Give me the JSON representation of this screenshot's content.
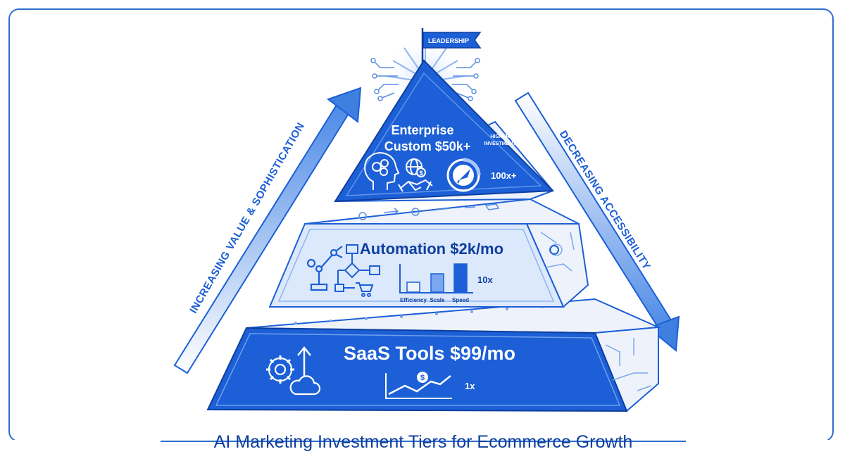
{
  "diagram": {
    "title": "AI Marketing Investment Tiers for Ecommerce Growth",
    "flag_label": "LEADERSHIP",
    "left_arrow_label": "INCREASING VALUE & SOPHISTICATION",
    "right_arrow_label": "DECREASING ACCESSIBILITY",
    "tiers": [
      {
        "id": "enterprise",
        "title_line1": "Enterprise",
        "title_line2": "Custom $50k+",
        "note_line1": "HIGHER",
        "note_line2": "INVESTMENT",
        "multiplier": "100x+"
      },
      {
        "id": "automation",
        "title": "Automation $2k/mo",
        "multiplier": "10x",
        "bars": [
          {
            "label": "Efficiency",
            "level": 0.35
          },
          {
            "label": "Scale",
            "level": 0.65
          },
          {
            "label": "Speed",
            "level": 1.0
          }
        ]
      },
      {
        "id": "saas",
        "title": "SaaS Tools $99/mo",
        "multiplier": "1x"
      }
    ]
  },
  "colors": {
    "primary": "#1c5fd6",
    "dark": "#0e3f9e",
    "light": "#dce8fb",
    "side": "#eef3fb",
    "frame": "#2f6fd0"
  },
  "icons": [
    "brain-icon",
    "globe-dollar-icon",
    "handshake-icon",
    "rocket-icon",
    "robot-arm-icon",
    "flowchart-icon",
    "cart-icon",
    "gear-icon",
    "cloud-icon",
    "dollar-icon",
    "up-arrow-icon"
  ]
}
